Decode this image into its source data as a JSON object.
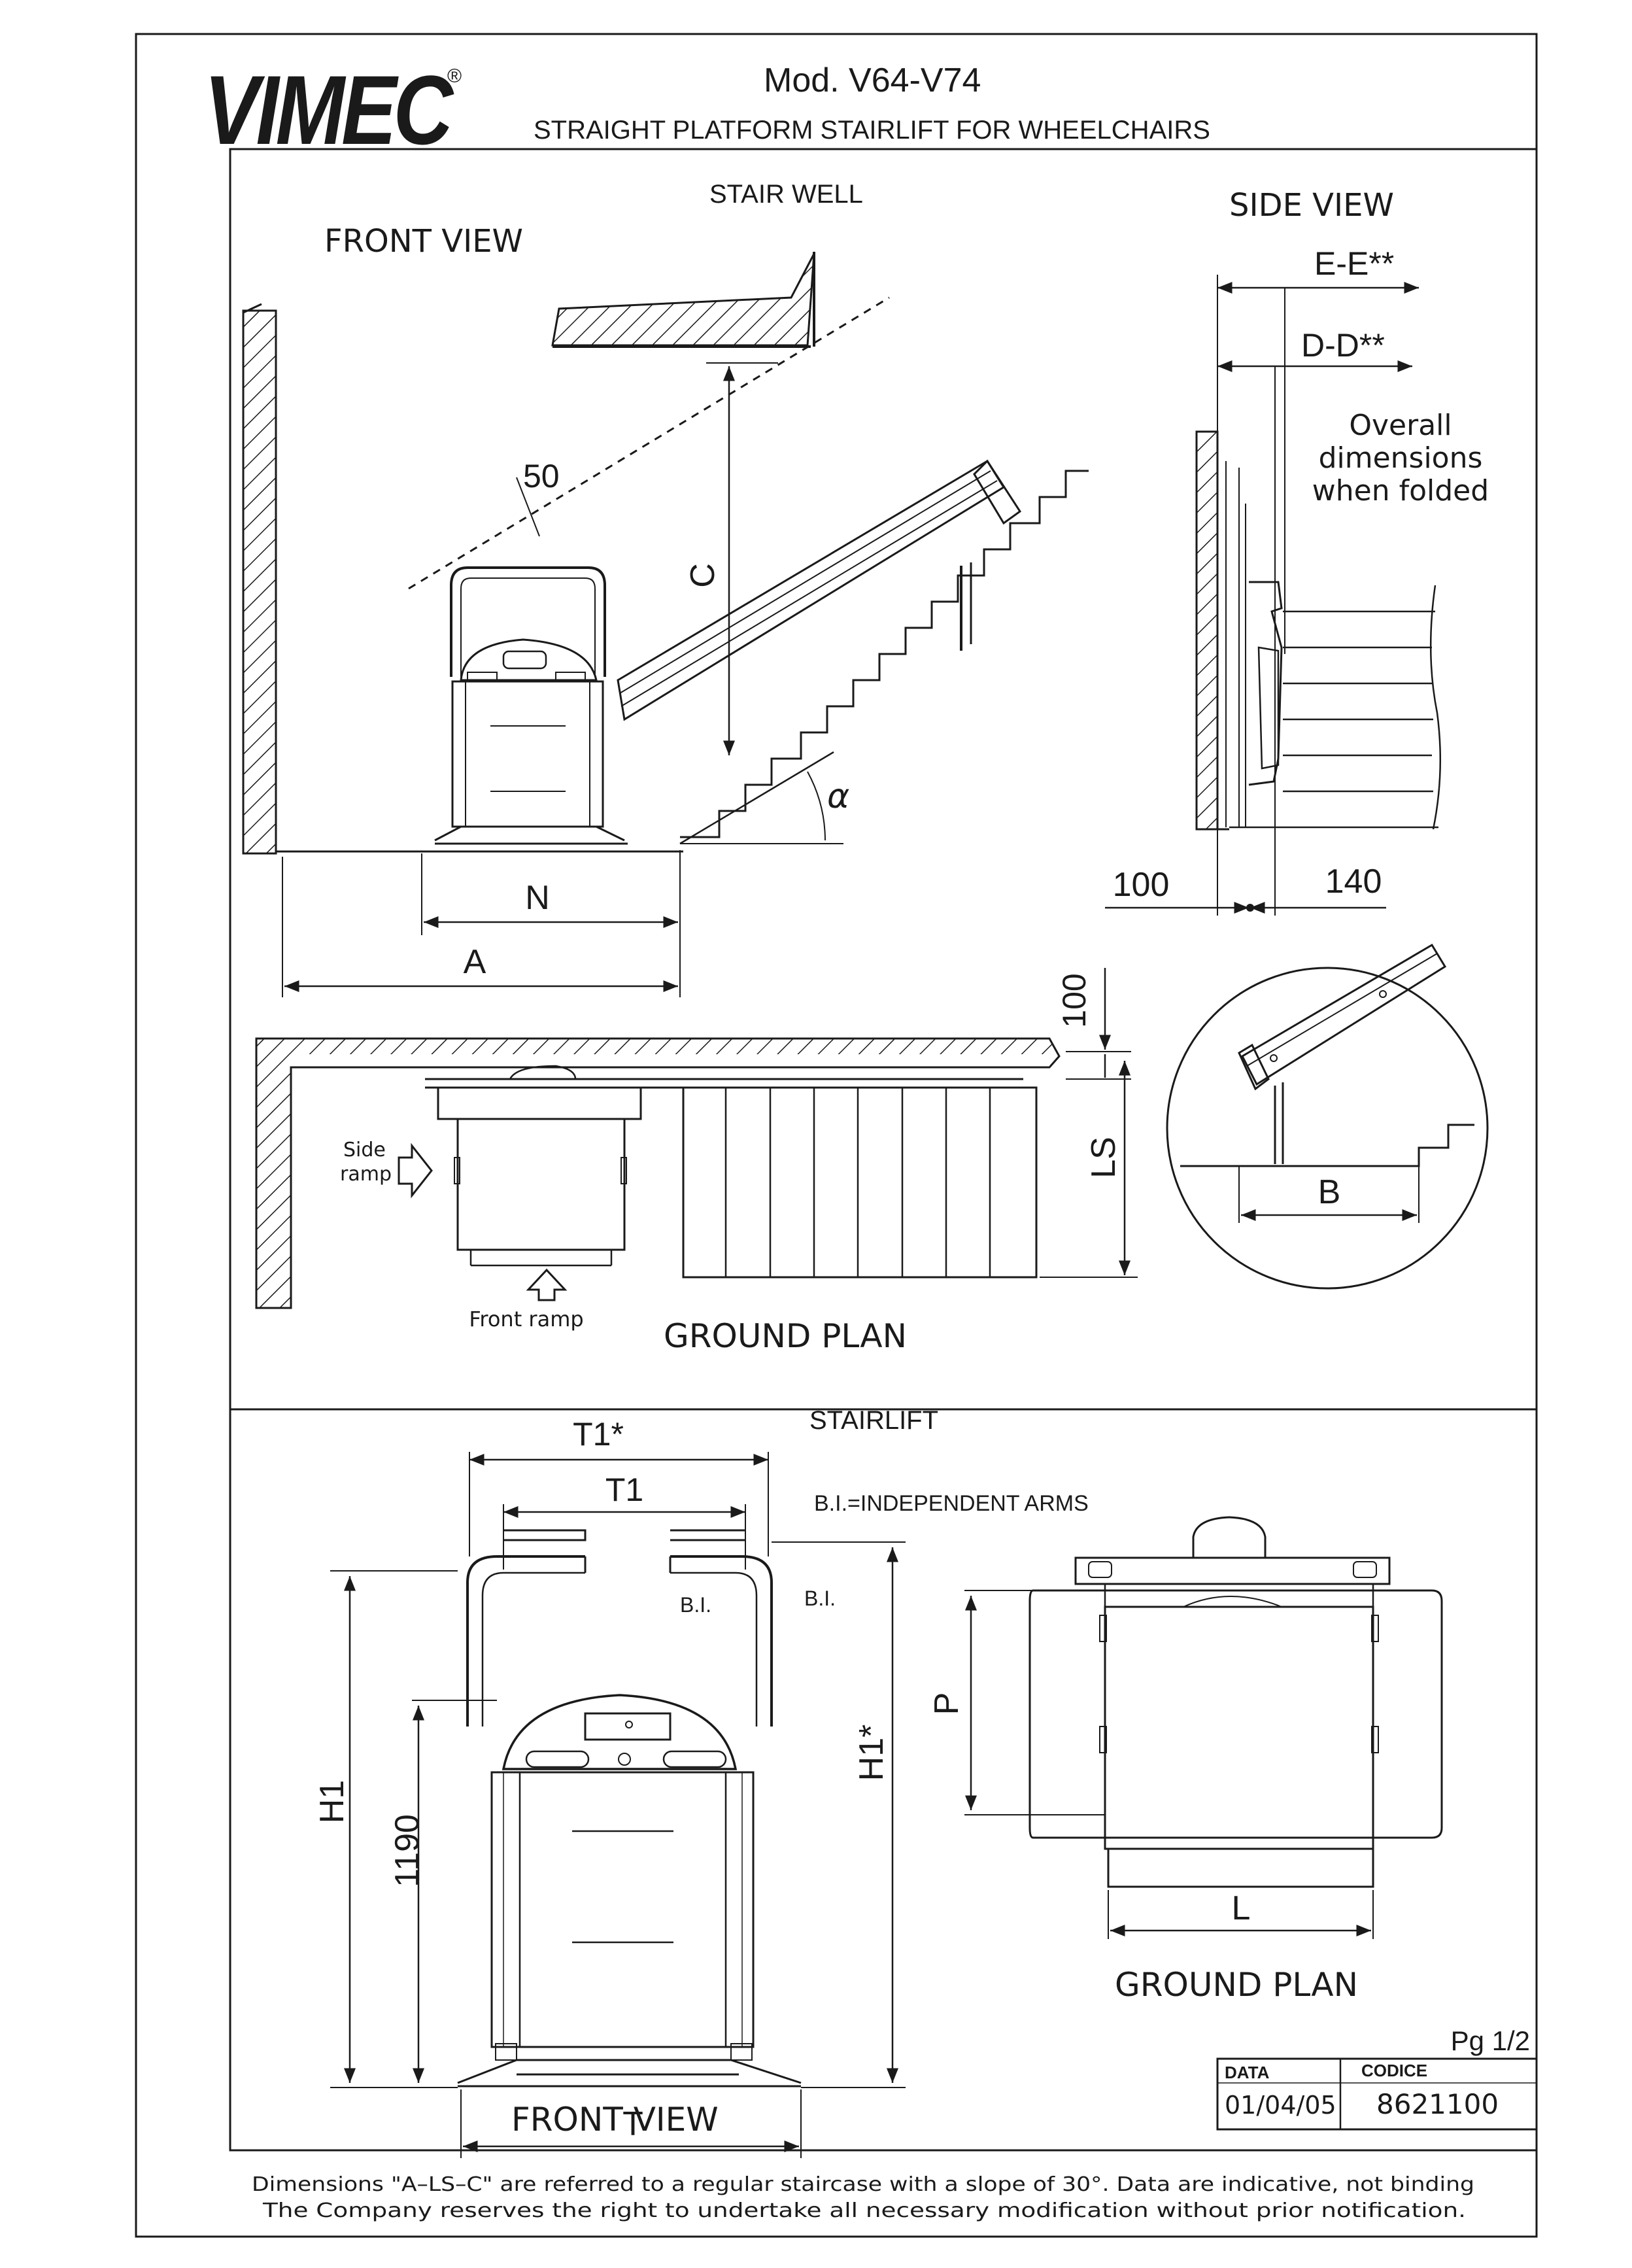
{
  "header": {
    "logo": "VIMEC",
    "registered_mark": "®",
    "model": "Mod. V64-V74",
    "subtitle": "STRAIGHT PLATFORM STAIRLIFT FOR WHEELCHAIRS"
  },
  "stair_well": {
    "section_title": "STAIR WELL",
    "front_view_label": "FRONT VIEW",
    "side_view_label": "SIDE VIEW",
    "dim_clearance": "50",
    "dim_c": "C",
    "dim_alpha": "α",
    "dim_n": "N",
    "dim_a": "A",
    "dim_ee": "E-E**",
    "dim_dd": "D-D**",
    "folded_note_line1": "Overall",
    "folded_note_line2": "dimensions",
    "folded_note_line3": "when folded",
    "dim_100_side": "100",
    "dim_140": "140",
    "dim_100_plan": "100",
    "dim_ls": "LS",
    "dim_b": "B",
    "side_ramp_line1": "Side",
    "side_ramp_line2": "ramp",
    "front_ramp": "Front ramp",
    "ground_plan_label": "GROUND PLAN"
  },
  "stairlift": {
    "section_title": "STAIRLIFT",
    "dim_t1_star": "T1*",
    "dim_t1": "T1",
    "bi_note": "B.I.=INDEPENDENT ARMS",
    "bi_left": "B.I.",
    "bi_right": "B.I.",
    "dim_h1": "H1",
    "dim_1190": "1190",
    "dim_h1_star": "H1*",
    "dim_t": "T",
    "dim_p": "P",
    "dim_l": "L",
    "front_view_label": "FRONT VIEW",
    "ground_plan_label": "GROUND PLAN"
  },
  "title_block": {
    "page": "Pg 1/2",
    "data_label": "DATA",
    "codice_label": "CODICE",
    "date": "01/04/05",
    "code": "8621100"
  },
  "footer": {
    "note_line1": "Dimensions \"A–LS–C\" are referred to a regular staircase with a slope of 30°. Data are indicative, not binding",
    "note_line2": "The Company reserves the right to undertake all necessary modification without prior notification."
  }
}
